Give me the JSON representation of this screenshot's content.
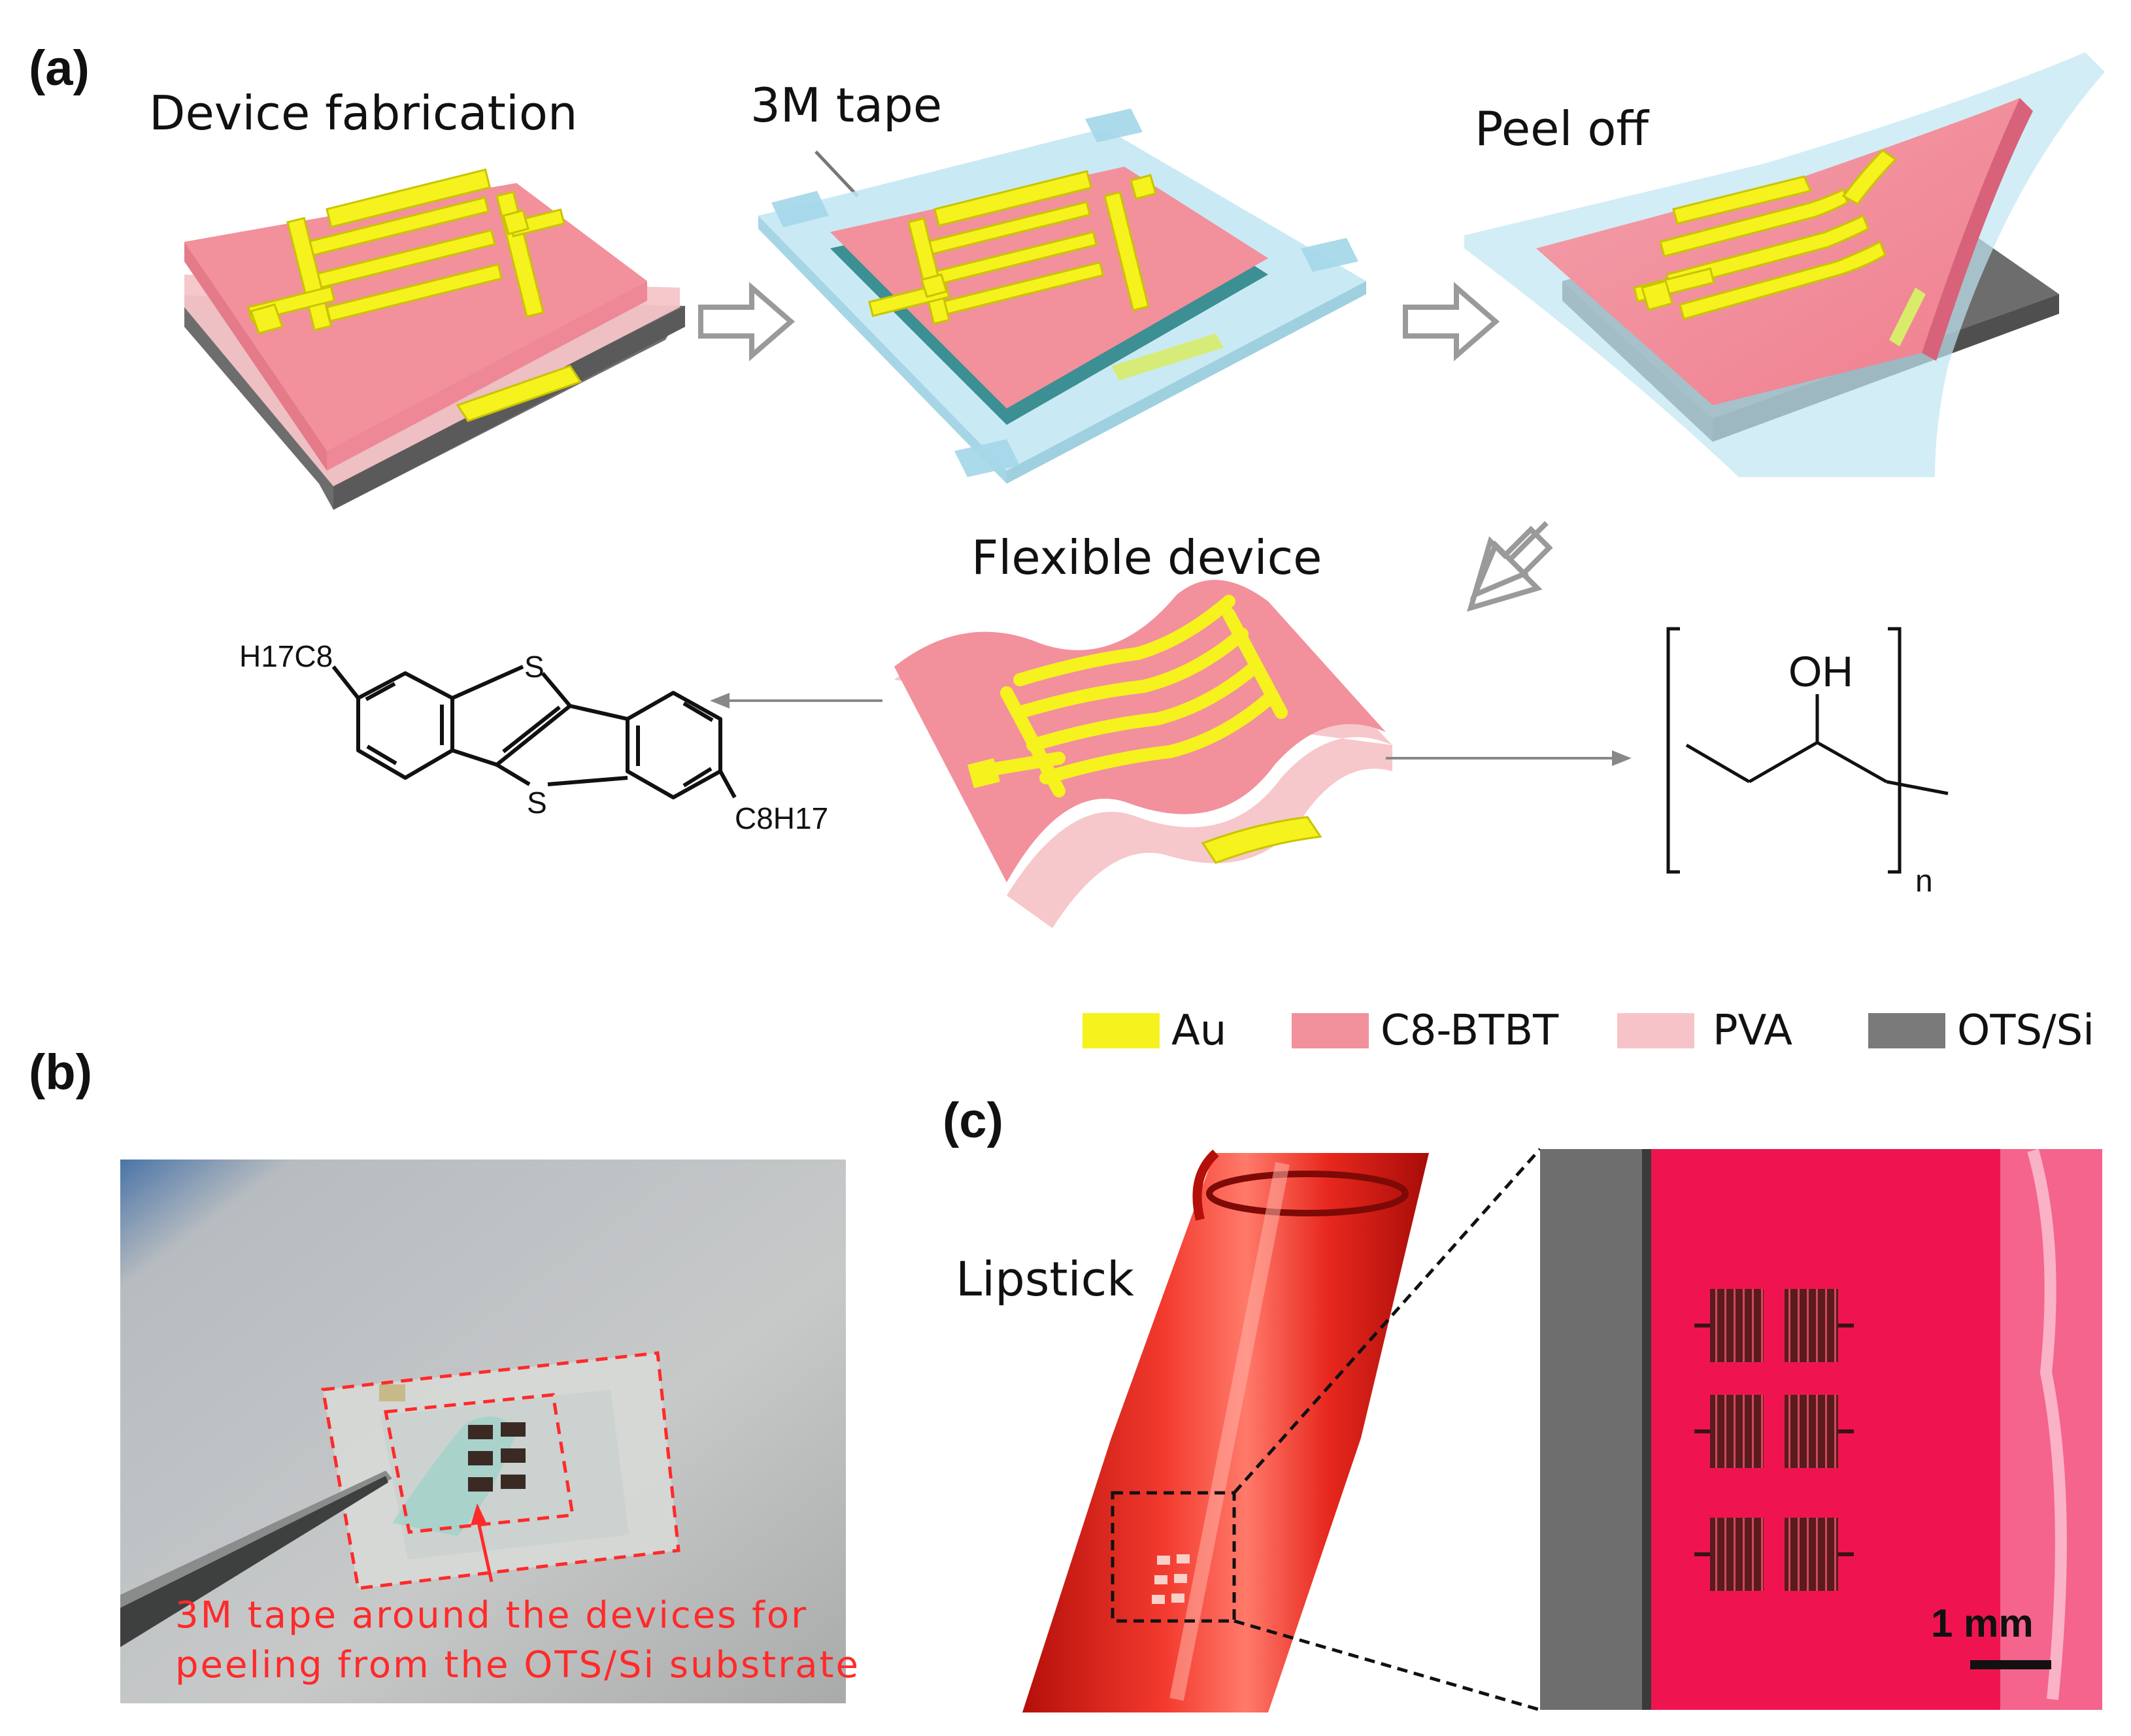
{
  "panel_a": {
    "label": "(a)",
    "step_device_fabrication": "Device fabrication",
    "step_3m_tape": "3M tape",
    "step_peel_off": "Peel off",
    "step_flexible_device": "Flexible device",
    "c8btbt_molecule": {
      "substituent_top": "H17C8",
      "substituent_bottom": "C8H17",
      "sulfur_atom": "S"
    },
    "pva_molecule": {
      "hydroxyl": "OH",
      "repeat_subscript": "n"
    },
    "legend": [
      {
        "label": "Au",
        "color": "#f5f21e"
      },
      {
        "label": "C8-BTBT",
        "color": "#f2909c"
      },
      {
        "label": "PVA",
        "color": "#f6c4c8"
      },
      {
        "label": "OTS/Si",
        "color": "#7a7a7a"
      }
    ]
  },
  "panel_b": {
    "label": "(b)",
    "annotation_line1": "3M tape around the devices for",
    "annotation_line2": "peeling from the OTS/Si substrate"
  },
  "panel_c": {
    "label": "(c)",
    "object_label": "Lipstick",
    "scale_bar": "1 mm"
  },
  "colors": {
    "au": "#f5f21e",
    "c8btbt": "#f2909c",
    "pva": "#f6c4c8",
    "ots_si": "#7a7a7a",
    "tape": "#bfe6f2",
    "lipstick_red": "#e8281e",
    "inset_pink": "#ef1450",
    "annotation_red": "#ff2a2a"
  }
}
